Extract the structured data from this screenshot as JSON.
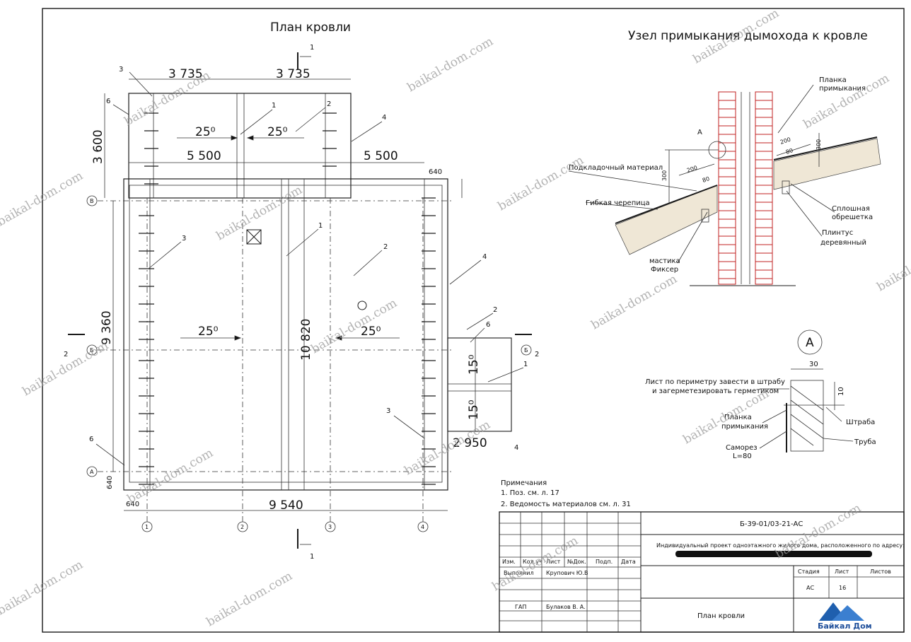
{
  "plan": {
    "title": "План кровли",
    "dims": {
      "top_left": "3 735",
      "top_right": "3 735",
      "left_upper": "3 600",
      "mid_left": "5 500",
      "mid_right": "5 500",
      "side_right": "640",
      "left_main": "9 360",
      "center": "10 820",
      "bottom": "9 540",
      "bottom_left": "640",
      "left_bottom": "640",
      "porch_upper": "15⁰",
      "porch_lower": "15⁰",
      "porch_width": "2 950"
    },
    "slopes": {
      "a": "25⁰",
      "b": "25⁰",
      "c": "25⁰",
      "d": "25⁰"
    },
    "callouts": {
      "one": "1",
      "two": "2",
      "three": "3",
      "four": "4",
      "six": "6"
    },
    "axes": {
      "a1": "1",
      "a2": "2",
      "a3": "3",
      "a4": "4",
      "rA": "А",
      "rB": "Б",
      "rV": "В"
    },
    "section_mark": "1",
    "section_mark2": "2"
  },
  "node": {
    "title": "Узел примыкания дымохода к кровле",
    "labels": {
      "planka": "Планка",
      "planka2": "примыкания",
      "podkl": "Подкладочный материал",
      "gibkaya": "Гибкая черепица",
      "sploshnaya": "Сплошная",
      "obreshetka": "обрешетка",
      "plintus": "Плинтус",
      "derevyanny": "деревянный",
      "mastika": "мастика",
      "fixer": "Фиксер"
    },
    "dims": {
      "d200a": "200",
      "d80a": "80",
      "d300a": "300",
      "d200b": "200",
      "d80b": "80",
      "d300b": "300"
    },
    "callout": "А"
  },
  "detailA": {
    "mark": "А",
    "note1": "Лист по периметру завести в штрабу",
    "note2": "и загерметезировать герметиком",
    "planka": "Планка",
    "planka2": "примыкания",
    "shtraba": "Штраба",
    "samorez": "Саморез",
    "samorez2": "L=80",
    "truba": "Труба",
    "d30": "30",
    "d10": "10"
  },
  "notes": {
    "title": "Примечания",
    "n1": "1. Поз. см. л. 17",
    "n2": "2. Ведомость материалов см. л. 31"
  },
  "stamp": {
    "code": "Б-39-01/03-21-АС",
    "project": "Индивидуальный проект одноэтажного жилого дома, расположенного по адресу:",
    "h_izm": "Изм.",
    "h_kol": "Кол.уч",
    "h_list": "Лист",
    "h_ndok": "№Док.",
    "h_podp": "Подп.",
    "h_data": "Дата",
    "role1": "Выполнил",
    "name1": "Крупович Ю.В",
    "role2": "ГАП",
    "name2": "Булаков В. А.",
    "stage_h": "Стадия",
    "sheet_h": "Лист",
    "sheets_h": "Листов",
    "stage": "АС",
    "sheet": "16",
    "sheet_title": "План кровли",
    "logo": "Байкал Дом"
  },
  "watermark": "baikal-dom.com"
}
